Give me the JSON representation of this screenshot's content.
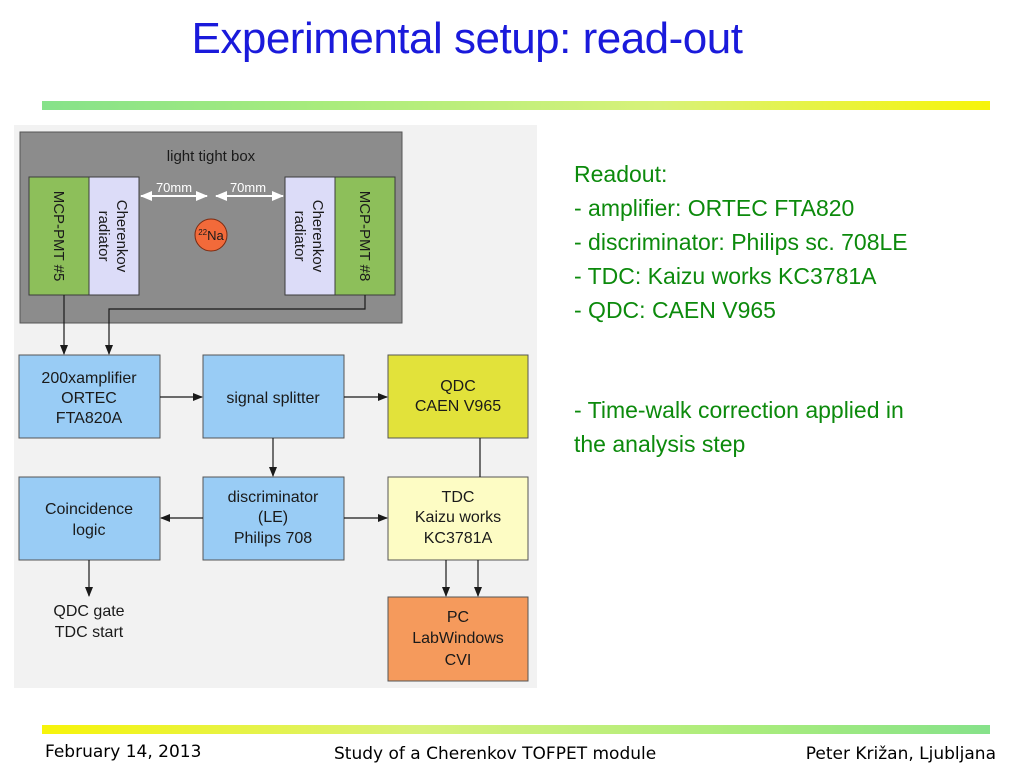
{
  "slide": {
    "title": "Experimental setup: read-out"
  },
  "diagram": {
    "box_label": "light tight box",
    "pmt_left": "MCP-PMT #5",
    "pmt_right": "MCP-PMT #8",
    "radiator_left": [
      "Cherenkov",
      "radiator"
    ],
    "radiator_right": [
      "Cherenkov",
      "radiator"
    ],
    "dist_left": "70mm",
    "dist_right": "70mm",
    "source_mass": "22",
    "source_symbol": "Na",
    "amplifier": [
      "200xamplifier",
      "ORTEC",
      "FTA820A"
    ],
    "splitter": [
      "signal splitter"
    ],
    "qdc": [
      "QDC",
      "CAEN V965"
    ],
    "discriminator": [
      "discriminator",
      "(LE)",
      "Philips 708"
    ],
    "tdc": [
      "TDC",
      "Kaizu works",
      "KC3781A"
    ],
    "coincidence": [
      "Coincidence",
      "logic"
    ],
    "pc": [
      "PC",
      "LabWindows",
      "CVI"
    ],
    "outputs": [
      "QDC gate",
      "TDC start"
    ],
    "colors": {
      "box_bg": "#8c8c8c",
      "pmt": "#8dbf5a",
      "radiator": "#dcdcf8",
      "source": "#f26a3a",
      "blue": "#99ccf5",
      "qdc": "#e2e23a",
      "tdc": "#fdfcc4",
      "pc": "#f59a5c"
    }
  },
  "readout": {
    "heading": "Readout:",
    "items": [
      "- amplifier: ORTEC FTA820",
      "- discriminator: Philips sc. 708LE",
      "- TDC: Kaizu works KC3781A",
      "- QDC: CAEN V965"
    ],
    "note_lines": [
      "- Time-walk correction applied in",
      "the analysis step"
    ]
  },
  "footer": {
    "date": "February 14, 2013",
    "talk": "Study of a Cherenkov TOFPET module",
    "author": "Peter Križan, Ljubljana"
  }
}
